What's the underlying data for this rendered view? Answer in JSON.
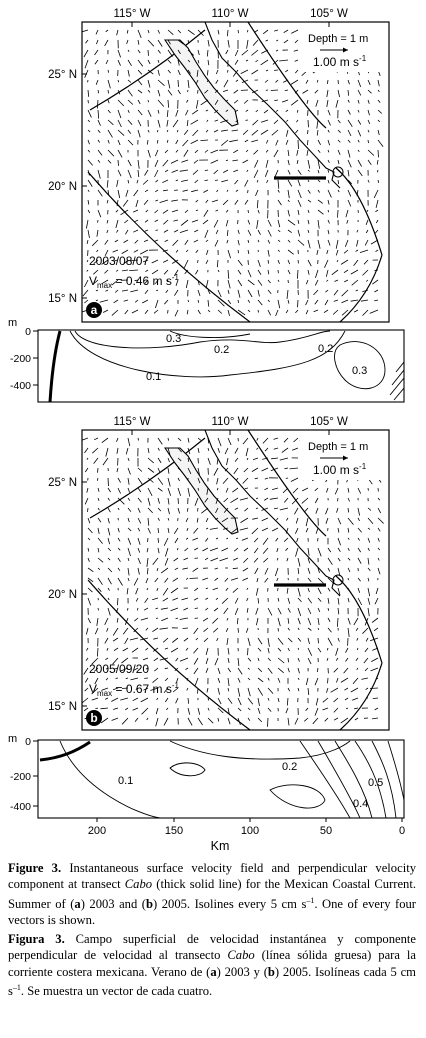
{
  "panel_a": {
    "lon_ticks": [
      "115° W",
      "110° W",
      "105° W"
    ],
    "lat_ticks": [
      "25° N",
      "20° N",
      "15° N"
    ],
    "legend_depth": "Depth = 1 m",
    "legend_scale": "1.00 m s",
    "legend_scale_exp": "-1",
    "date": "2003/08/07",
    "vmax_prefix": "V",
    "vmax_sub": "max",
    "vmax_value": " = 0.46 m s",
    "vmax_exp": "-1",
    "label": "a"
  },
  "section_a": {
    "yunit": "m",
    "yticks": [
      "0",
      "-200",
      "-400"
    ],
    "contour_labels": [
      "0.3",
      "0.2",
      "0.2",
      "0.1",
      "0.3"
    ]
  },
  "panel_b": {
    "lon_ticks": [
      "115° W",
      "110° W",
      "105° W"
    ],
    "lat_ticks": [
      "25° N",
      "20° N",
      "15° N"
    ],
    "legend_depth": "Depth = 1 m",
    "legend_scale": "1.00 m s",
    "legend_scale_exp": "-1",
    "date": "2005/09/20",
    "vmax_prefix": "V",
    "vmax_sub": "max",
    "vmax_value": " = 0.67 m s",
    "vmax_exp": "-1",
    "label": "b"
  },
  "section_b": {
    "yunit": "m",
    "yticks": [
      "0",
      "-200",
      "-400"
    ],
    "xticks": [
      "200",
      "150",
      "100",
      "50",
      "0"
    ],
    "xlabel": "Km",
    "contour_labels": [
      "0.1",
      "0.2",
      "0.5",
      "0.4"
    ]
  },
  "caption": {
    "en_label": "Figure 3.",
    "en_text_1": " Instantaneous surface velocity field and perpendicular velocity component at transect ",
    "en_transect": "Cabo",
    "en_text_2": " (thick solid line) for the Mexican Coastal Current.  Summer of (",
    "en_a": "a",
    "en_text_3": ") 2003 and (",
    "en_b": "b",
    "en_text_4": ") 2005. Isolines every 5 cm s",
    "en_exp": "–1",
    "en_text_5": ". One of every four vectors is shown.",
    "es_label": "Figura 3.",
    "es_text_1": " Campo superficial de velocidad instantánea y componente perpendicular de velocidad al transecto ",
    "es_transect": "Cabo",
    "es_text_2": " (línea sólida gruesa) para la corriente costera mexicana. Verano de (",
    "es_a": "a",
    "es_text_3": ") 2003 y (",
    "es_b": "b",
    "es_text_4": ") 2005. Isolíneas cada 5 cm s",
    "es_exp": "–1",
    "es_text_5": ". Se muestra un vector de cada cuatro."
  }
}
